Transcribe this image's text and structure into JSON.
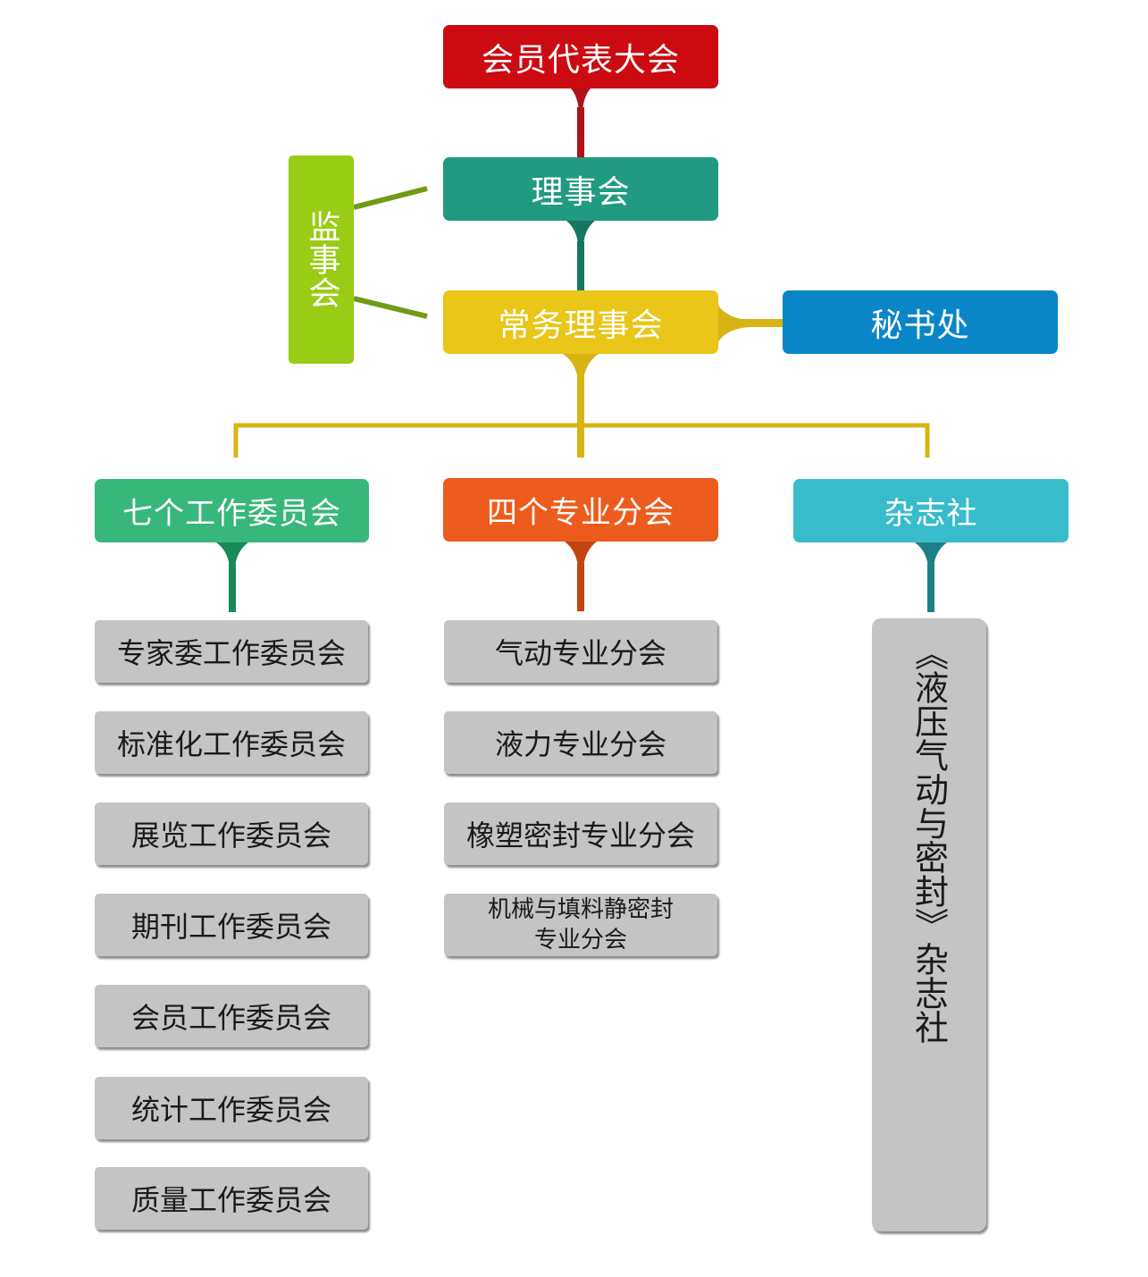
{
  "general_assembly": "会员代表大会",
  "council": "理事会",
  "supervisory_board": "监事会",
  "standing_council": "常务理事会",
  "secretariat": "秘书处",
  "branches": {
    "committees": {
      "title": "七个工作委员会",
      "items": [
        "专家委工作委员会",
        "标准化工作委员会",
        "展览工作委员会",
        "期刊工作委员会",
        "会员工作委员会",
        "统计工作委员会",
        "质量工作委员会"
      ]
    },
    "specialties": {
      "title": "四个专业分会",
      "items": [
        "气动专业分会",
        "液力专业分会",
        "橡塑密封专业分会"
      ],
      "last_item_line1": "机械与填料静密封",
      "last_item_line2": "专业分会"
    },
    "magazine": {
      "title": "杂志社",
      "item": "《液压气动与密封》杂志社"
    }
  },
  "colors": {
    "red": "#cc0a12",
    "teal": "#209a80",
    "yellow": "#e9c617",
    "blue": "#0a86c8",
    "lime": "#99cc14",
    "green": "#37b77a",
    "orange": "#ed5c1d",
    "cyan": "#38bccb",
    "gray": "#c4c4c4"
  }
}
